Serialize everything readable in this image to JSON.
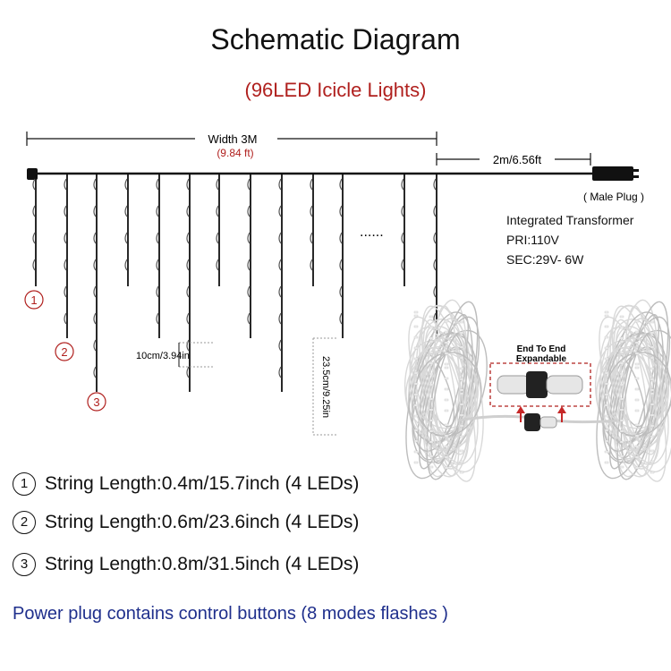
{
  "header": {
    "title": "Schematic Diagram",
    "subtitle": "(96LED Icicle Lights)"
  },
  "diagram": {
    "width_label": "Width 3M",
    "width_label_alt": "(9.84 ft)",
    "lead_label": "2m/6.56ft",
    "plug_label": "( Male Plug )",
    "ellipsis": "......",
    "spacing_label": "10cm/3.94in",
    "drop_label": "23.5cm/9.25in",
    "markers": [
      "①",
      "②",
      "③"
    ],
    "expandable_title": "End To End",
    "expandable_sub": "Expandable",
    "colors": {
      "accent_red": "#b0201e",
      "navy": "#1f2f8c",
      "wire": "#111111"
    }
  },
  "transformer": {
    "title": "Integrated Transformer",
    "pri": "PRI:110V",
    "sec": "SEC:29V- 6W"
  },
  "specs": [
    {
      "num": "1",
      "text": "String Length:0.4m/15.7inch (4 LEDs)"
    },
    {
      "num": "2",
      "text": "String Length:0.6m/23.6inch (4 LEDs)"
    },
    {
      "num": "3",
      "text": "String Length:0.8m/31.5inch (4 LEDs)"
    }
  ],
  "footer": "Power plug contains control buttons (8 modes flashes )"
}
